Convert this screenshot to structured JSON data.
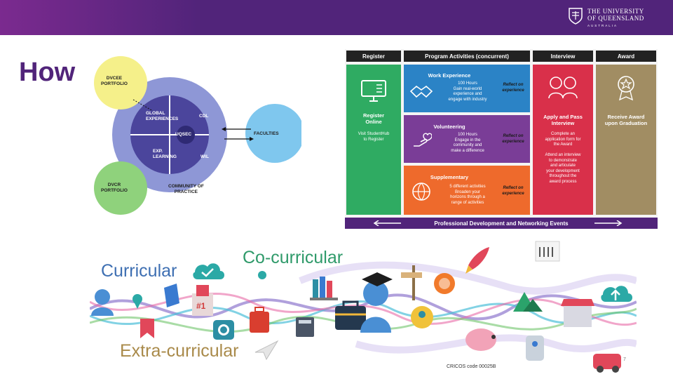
{
  "header": {
    "logo_line1": "THE UNIVERSITY",
    "logo_line2": "OF QUEENSLAND",
    "logo_line3": "AUSTRALIA"
  },
  "page": {
    "title": "How"
  },
  "venn": {
    "top_left": "DVCEE\nPORTFOLIO",
    "bottom_left": "DVCR\nPORTFOLIO",
    "right": "FACULTIES",
    "center": "UQSEC",
    "global": "GLOBAL\nEXPERIENCES",
    "cdl": "CDL",
    "exp": "EXP.\nLEARNING",
    "wil": "WIL",
    "community": "COMMUNITY OF\nPRACTICE"
  },
  "program": {
    "headers": [
      "Register",
      "Program Activities (concurrent)",
      "Interview",
      "Award"
    ],
    "register_title": "Register\nOnline",
    "register_body": "Visit StudentHub\nto Register",
    "work_title": "Work Experience",
    "work_body": "100 Hours\nGain real-world\nexperience and\nengage with industry",
    "vol_title": "Volunteering",
    "vol_body": "100 Hours\nEngage in the\ncommunity and\nmake a difference",
    "sup_title": "Supplementary",
    "sup_body": "5 different activities\nBroaden your\nhorizons through a\nrange of activities",
    "reflect": "Reflect on\nexperience",
    "interview_title": "Apply and Pass\nInterview",
    "interview_body": "Complete an\napplication form for\nthe Award\n\nAttend an interview\nto demonstrate\nand articulate\nyour development\nthroughout the\naward process",
    "award_title": "Receive Award\nupon Graduation",
    "pd_bar": "Professional Development and Networking Events"
  },
  "illustration": {
    "curricular": "Curricular",
    "cocurricular": "Co-curricular",
    "extracurricular": "Extra-curricular",
    "badge": "#1"
  },
  "footer": {
    "cricos": "CRICOS code 00025B",
    "page_number": "7"
  },
  "colors": {
    "purple": "#51247a",
    "work": "#2b83c6",
    "volunteering": "#7a3d97",
    "supplementary": "#ee6a2c",
    "interview": "#d9304a",
    "award": "#a18d63",
    "register": "#2fab62",
    "circle_top": "#f5f08a",
    "circle_bottom": "#8fd27c",
    "circle_right": "#7fc7ee",
    "circle_outer": "#8e97d6",
    "circle_inner": "#4b459c"
  }
}
